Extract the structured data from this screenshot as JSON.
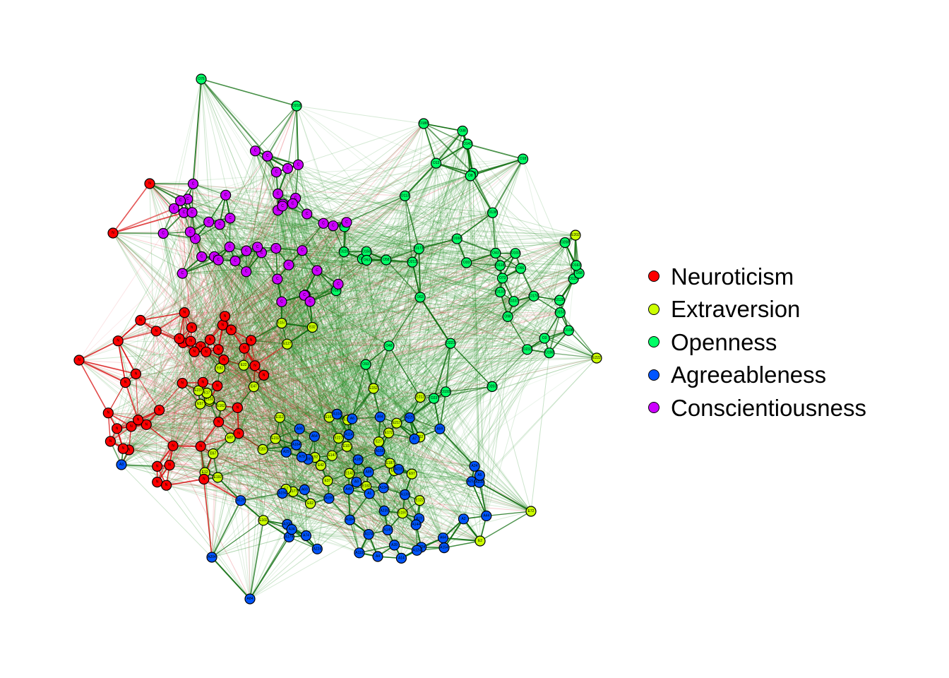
{
  "legend": [
    {
      "key": "N",
      "label": "Neuroticism",
      "color": "#ff0000"
    },
    {
      "key": "E",
      "label": "Extraversion",
      "color": "#ccff00"
    },
    {
      "key": "O",
      "label": "Openness",
      "color": "#00ff66"
    },
    {
      "key": "A",
      "label": "Agreeableness",
      "color": "#0055ff"
    },
    {
      "key": "C",
      "label": "Conscientiousness",
      "color": "#cc00ff"
    }
  ],
  "edge_colors": {
    "positive": "#1a8a1a",
    "negative": "#e0303a"
  },
  "nodes": [
    {
      "id": "O66",
      "t": "O"
    },
    {
      "id": "O18",
      "t": "O"
    },
    {
      "id": "O153",
      "t": "O"
    },
    {
      "id": "O76",
      "t": "O"
    },
    {
      "id": "O148",
      "t": "O"
    },
    {
      "id": "O228",
      "t": "O"
    },
    {
      "id": "O233",
      "t": "O"
    },
    {
      "id": "O33",
      "t": "O"
    },
    {
      "id": "O63",
      "t": "O"
    },
    {
      "id": "O213",
      "t": "O"
    },
    {
      "id": "O3",
      "t": "O"
    },
    {
      "id": "O123",
      "t": "O"
    },
    {
      "id": "O93",
      "t": "O"
    },
    {
      "id": "O173",
      "t": "O"
    },
    {
      "id": "O108",
      "t": "O"
    },
    {
      "id": "O183",
      "t": "O"
    },
    {
      "id": "O218",
      "t": "O"
    },
    {
      "id": "O53",
      "t": "O"
    },
    {
      "id": "O38",
      "t": "O"
    },
    {
      "id": "O138",
      "t": "O"
    },
    {
      "id": "O203",
      "t": "O"
    },
    {
      "id": "O23",
      "t": "O"
    },
    {
      "id": "O231",
      "t": "O"
    },
    {
      "id": "O168",
      "t": "O"
    },
    {
      "id": "O113",
      "t": "O"
    },
    {
      "id": "O73",
      "t": "O"
    },
    {
      "id": "O128",
      "t": "O"
    },
    {
      "id": "O198",
      "t": "O"
    },
    {
      "id": "O223",
      "t": "O"
    },
    {
      "id": "O188",
      "t": "O"
    },
    {
      "id": "O48",
      "t": "O"
    },
    {
      "id": "O28",
      "t": "O"
    },
    {
      "id": "O8",
      "t": "O"
    },
    {
      "id": "O158",
      "t": "O"
    },
    {
      "id": "O98",
      "t": "O"
    },
    {
      "id": "O63",
      "t": "O"
    },
    {
      "id": "O13",
      "t": "O"
    },
    {
      "id": "O68",
      "t": "O"
    },
    {
      "id": "O163",
      "t": "O"
    },
    {
      "id": "O43",
      "t": "O"
    },
    {
      "id": "O133",
      "t": "O"
    },
    {
      "id": "O193",
      "t": "O"
    },
    {
      "id": "O143",
      "t": "O"
    },
    {
      "id": "O58",
      "t": "O"
    },
    {
      "id": "O118",
      "t": "O"
    },
    {
      "id": "O103",
      "t": "O"
    },
    {
      "id": "O208",
      "t": "O"
    },
    {
      "id": "O178",
      "t": "O"
    },
    {
      "id": "E172",
      "t": "E"
    },
    {
      "id": "E112",
      "t": "E"
    },
    {
      "id": "E197",
      "t": "E"
    },
    {
      "id": "E167",
      "t": "E"
    },
    {
      "id": "E82",
      "t": "E"
    },
    {
      "id": "E22",
      "t": "E"
    },
    {
      "id": "E77",
      "t": "E"
    },
    {
      "id": "E202",
      "t": "E"
    },
    {
      "id": "E207",
      "t": "E"
    },
    {
      "id": "E47",
      "t": "E"
    },
    {
      "id": "E127",
      "t": "E"
    },
    {
      "id": "E142",
      "t": "E"
    },
    {
      "id": "E57",
      "t": "E"
    },
    {
      "id": "E227",
      "t": "E"
    },
    {
      "id": "E232",
      "t": "E"
    },
    {
      "id": "E137",
      "t": "E"
    },
    {
      "id": "E187",
      "t": "E"
    },
    {
      "id": "E107",
      "t": "E"
    },
    {
      "id": "E117",
      "t": "E"
    },
    {
      "id": "E132",
      "t": "E"
    },
    {
      "id": "E222",
      "t": "E"
    },
    {
      "id": "E217",
      "t": "E"
    },
    {
      "id": "E27",
      "t": "E"
    },
    {
      "id": "E67",
      "t": "E"
    },
    {
      "id": "E157",
      "t": "E"
    },
    {
      "id": "E192",
      "t": "E"
    },
    {
      "id": "E177",
      "t": "E"
    },
    {
      "id": "E152",
      "t": "E"
    },
    {
      "id": "E182",
      "t": "E"
    },
    {
      "id": "E12",
      "t": "E"
    },
    {
      "id": "E147",
      "t": "E"
    },
    {
      "id": "E17",
      "t": "E"
    },
    {
      "id": "E42",
      "t": "E"
    },
    {
      "id": "E72",
      "t": "E"
    },
    {
      "id": "E87",
      "t": "E"
    },
    {
      "id": "E62",
      "t": "E"
    },
    {
      "id": "E122",
      "t": "E"
    },
    {
      "id": "E92",
      "t": "E"
    },
    {
      "id": "E237",
      "t": "E"
    },
    {
      "id": "E37",
      "t": "E"
    },
    {
      "id": "E7",
      "t": "E"
    },
    {
      "id": "E102",
      "t": "E"
    },
    {
      "id": "E212",
      "t": "E"
    },
    {
      "id": "E32",
      "t": "E"
    },
    {
      "id": "E97",
      "t": "E"
    },
    {
      "id": "E162",
      "t": "E"
    },
    {
      "id": "E2",
      "t": "E"
    },
    {
      "id": "E52",
      "t": "E"
    },
    {
      "id": "A14",
      "t": "A"
    },
    {
      "id": "A59",
      "t": "A"
    },
    {
      "id": "A234",
      "t": "A"
    },
    {
      "id": "A49",
      "t": "A"
    },
    {
      "id": "A104",
      "t": "A"
    },
    {
      "id": "A159",
      "t": "A"
    },
    {
      "id": "A129",
      "t": "A"
    },
    {
      "id": "A64",
      "t": "A"
    },
    {
      "id": "A89",
      "t": "A"
    },
    {
      "id": "A229",
      "t": "A"
    },
    {
      "id": "A194",
      "t": "A"
    },
    {
      "id": "A4",
      "t": "A"
    },
    {
      "id": "A9",
      "t": "A"
    },
    {
      "id": "A169",
      "t": "A"
    },
    {
      "id": "A44",
      "t": "A"
    },
    {
      "id": "A219",
      "t": "A"
    },
    {
      "id": "A19",
      "t": "A"
    },
    {
      "id": "A74",
      "t": "A"
    },
    {
      "id": "A209",
      "t": "A"
    },
    {
      "id": "A189",
      "t": "A"
    },
    {
      "id": "A174",
      "t": "A"
    },
    {
      "id": "A99",
      "t": "A"
    },
    {
      "id": "A54",
      "t": "A"
    },
    {
      "id": "A179",
      "t": "A"
    },
    {
      "id": "A84",
      "t": "A"
    },
    {
      "id": "A24",
      "t": "A"
    },
    {
      "id": "A39",
      "t": "A"
    },
    {
      "id": "A214",
      "t": "A"
    },
    {
      "id": "A114",
      "t": "A"
    },
    {
      "id": "A134",
      "t": "A"
    },
    {
      "id": "A144",
      "t": "A"
    },
    {
      "id": "A199",
      "t": "A"
    },
    {
      "id": "A29",
      "t": "A"
    },
    {
      "id": "A69",
      "t": "A"
    },
    {
      "id": "A139",
      "t": "A"
    },
    {
      "id": "A79",
      "t": "A"
    },
    {
      "id": "A109",
      "t": "A"
    },
    {
      "id": "A204",
      "t": "A"
    },
    {
      "id": "A34",
      "t": "A"
    },
    {
      "id": "A239",
      "t": "A"
    },
    {
      "id": "A164",
      "t": "A"
    },
    {
      "id": "A94",
      "t": "A"
    },
    {
      "id": "A149",
      "t": "A"
    },
    {
      "id": "A124",
      "t": "A"
    },
    {
      "id": "A184",
      "t": "A"
    },
    {
      "id": "A119",
      "t": "A"
    },
    {
      "id": "A154",
      "t": "A"
    },
    {
      "id": "A224",
      "t": "A"
    },
    {
      "id": "A1",
      "t": "A"
    },
    {
      "id": "A2",
      "t": "A"
    },
    {
      "id": "A3",
      "t": "A"
    },
    {
      "id": "A5",
      "t": "A"
    },
    {
      "id": "A6",
      "t": "A"
    },
    {
      "id": "A7",
      "t": "A"
    },
    {
      "id": "N",
      "t": "N"
    },
    {
      "id": "N",
      "t": "N"
    },
    {
      "id": "N",
      "t": "N"
    },
    {
      "id": "N",
      "t": "N"
    },
    {
      "id": "N",
      "t": "N"
    },
    {
      "id": "N",
      "t": "N"
    },
    {
      "id": "N",
      "t": "N"
    },
    {
      "id": "N",
      "t": "N"
    },
    {
      "id": "N",
      "t": "N"
    },
    {
      "id": "N",
      "t": "N"
    },
    {
      "id": "N",
      "t": "N"
    },
    {
      "id": "N",
      "t": "N"
    },
    {
      "id": "N",
      "t": "N"
    },
    {
      "id": "N",
      "t": "N"
    },
    {
      "id": "N",
      "t": "N"
    },
    {
      "id": "N",
      "t": "N"
    },
    {
      "id": "N",
      "t": "N"
    },
    {
      "id": "N",
      "t": "N"
    },
    {
      "id": "N",
      "t": "N"
    },
    {
      "id": "N",
      "t": "N"
    },
    {
      "id": "N",
      "t": "N"
    },
    {
      "id": "N",
      "t": "N"
    },
    {
      "id": "N",
      "t": "N"
    },
    {
      "id": "N",
      "t": "N"
    },
    {
      "id": "N",
      "t": "N"
    },
    {
      "id": "N",
      "t": "N"
    },
    {
      "id": "N",
      "t": "N"
    },
    {
      "id": "N",
      "t": "N"
    },
    {
      "id": "N",
      "t": "N"
    },
    {
      "id": "N",
      "t": "N"
    },
    {
      "id": "N",
      "t": "N"
    },
    {
      "id": "N",
      "t": "N"
    },
    {
      "id": "N",
      "t": "N"
    },
    {
      "id": "N",
      "t": "N"
    },
    {
      "id": "N",
      "t": "N"
    },
    {
      "id": "N",
      "t": "N"
    },
    {
      "id": "N",
      "t": "N"
    },
    {
      "id": "N",
      "t": "N"
    },
    {
      "id": "N",
      "t": "N"
    },
    {
      "id": "N",
      "t": "N"
    },
    {
      "id": "N",
      "t": "N"
    },
    {
      "id": "N",
      "t": "N"
    },
    {
      "id": "N",
      "t": "N"
    },
    {
      "id": "N",
      "t": "N"
    },
    {
      "id": "N",
      "t": "N"
    },
    {
      "id": "N",
      "t": "N"
    },
    {
      "id": "N",
      "t": "N"
    },
    {
      "id": "N",
      "t": "N"
    },
    {
      "id": "C",
      "t": "C"
    },
    {
      "id": "C",
      "t": "C"
    },
    {
      "id": "C",
      "t": "C"
    },
    {
      "id": "C",
      "t": "C"
    },
    {
      "id": "C",
      "t": "C"
    },
    {
      "id": "C",
      "t": "C"
    },
    {
      "id": "C",
      "t": "C"
    },
    {
      "id": "C",
      "t": "C"
    },
    {
      "id": "C",
      "t": "C"
    },
    {
      "id": "C",
      "t": "C"
    },
    {
      "id": "C",
      "t": "C"
    },
    {
      "id": "C",
      "t": "C"
    },
    {
      "id": "C",
      "t": "C"
    },
    {
      "id": "C",
      "t": "C"
    },
    {
      "id": "C",
      "t": "C"
    },
    {
      "id": "C",
      "t": "C"
    },
    {
      "id": "C",
      "t": "C"
    },
    {
      "id": "C",
      "t": "C"
    },
    {
      "id": "C",
      "t": "C"
    },
    {
      "id": "C",
      "t": "C"
    },
    {
      "id": "C",
      "t": "C"
    },
    {
      "id": "C",
      "t": "C"
    },
    {
      "id": "C",
      "t": "C"
    },
    {
      "id": "C",
      "t": "C"
    },
    {
      "id": "C",
      "t": "C"
    },
    {
      "id": "C",
      "t": "C"
    },
    {
      "id": "C",
      "t": "C"
    },
    {
      "id": "C",
      "t": "C"
    },
    {
      "id": "C",
      "t": "C"
    },
    {
      "id": "C",
      "t": "C"
    },
    {
      "id": "C",
      "t": "C"
    },
    {
      "id": "C",
      "t": "C"
    },
    {
      "id": "C",
      "t": "C"
    },
    {
      "id": "C",
      "t": "C"
    },
    {
      "id": "C",
      "t": "C"
    },
    {
      "id": "C",
      "t": "C"
    },
    {
      "id": "C",
      "t": "C"
    },
    {
      "id": "C",
      "t": "C"
    },
    {
      "id": "C",
      "t": "C"
    },
    {
      "id": "C",
      "t": "C"
    },
    {
      "id": "C",
      "t": "C"
    },
    {
      "id": "C",
      "t": "C"
    },
    {
      "id": "C",
      "t": "C"
    },
    {
      "id": "C",
      "t": "C"
    },
    {
      "id": "C",
      "t": "C"
    },
    {
      "id": "C",
      "t": "C"
    },
    {
      "id": "C",
      "t": "C"
    },
    {
      "id": "C",
      "t": "C"
    }
  ]
}
